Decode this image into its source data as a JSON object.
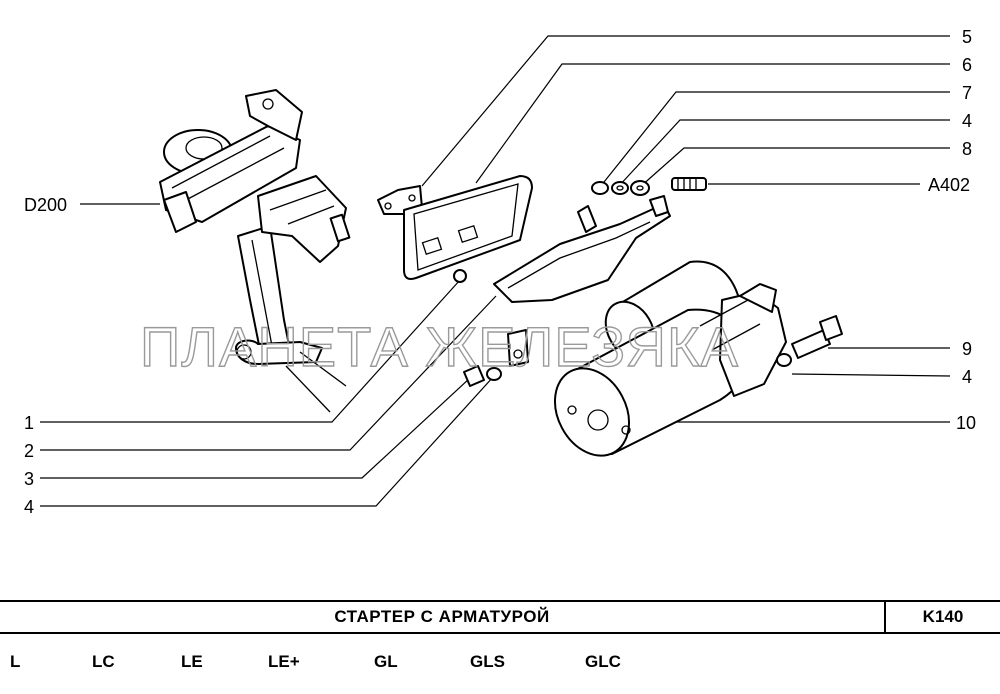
{
  "diagram": {
    "callouts": {
      "c5": "5",
      "c6": "6",
      "c7": "7",
      "c4a": "4",
      "c8": "8",
      "a402": "A402",
      "d200": "D200",
      "c9": "9",
      "c4b": "4",
      "c10": "10",
      "c1": "1",
      "c2": "2",
      "c3": "3",
      "c4c": "4"
    },
    "watermark": "ПЛАНЕТА ЖЕЛЕЗЯКА"
  },
  "title_bar": {
    "title": "СТАРТЕР  С  АРМАТУРОЙ",
    "code": "K140"
  },
  "variants": [
    "L",
    "LC",
    "LE",
    "LE+",
    "GL",
    "GLS",
    "GLC"
  ]
}
